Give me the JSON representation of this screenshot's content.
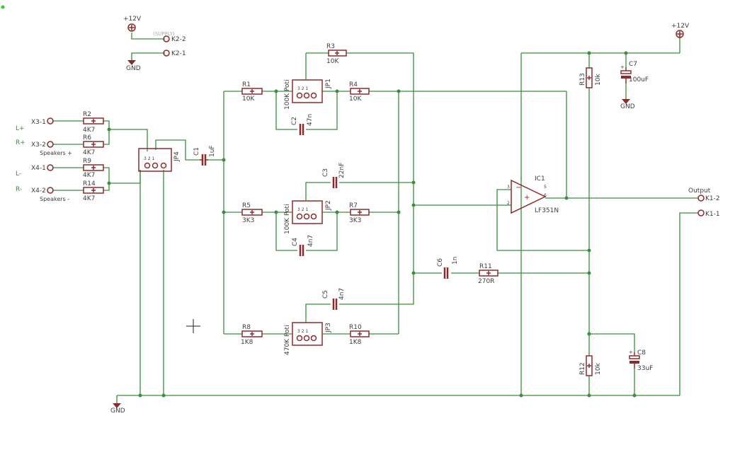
{
  "power": {
    "vcc1": "+12V",
    "vcc2": "+12V",
    "gnd1": "GND",
    "gnd2": "GND",
    "gnd3": "GND"
  },
  "connectors": {
    "k2_2": "K2-2",
    "k2_1": "K2-1",
    "k2_faint": "(SUPPLY)",
    "x3_1": "X3-1",
    "x3_2": "X3-2",
    "x4_1": "X4-1",
    "x4_2": "X4-2",
    "speakers_plus": "Speakers +",
    "speakers_minus": "Speakers -",
    "k1_2": "K1-2",
    "k1_1": "K1-1",
    "output": "Output",
    "in_l_plus": "L+",
    "in_r_plus": "R+",
    "in_l_minus": "L-",
    "in_r_minus": "R-"
  },
  "resistors": {
    "r1": {
      "name": "R1",
      "value": "10K"
    },
    "r2": {
      "name": "R2",
      "value": "4K7"
    },
    "r3": {
      "name": "R3",
      "value": "10K"
    },
    "r4": {
      "name": "R4",
      "value": "10K"
    },
    "r5": {
      "name": "R5",
      "value": "3K3"
    },
    "r6": {
      "name": "R6",
      "value": "4K7"
    },
    "r7": {
      "name": "R7",
      "value": "3K3"
    },
    "r8": {
      "name": "R8",
      "value": "1K8"
    },
    "r9": {
      "name": "R9",
      "value": "4K7"
    },
    "r10": {
      "name": "R10",
      "value": "1K8"
    },
    "r11": {
      "name": "R11",
      "value": "270R"
    },
    "r12": {
      "name": "R12",
      "value": "10k"
    },
    "r13": {
      "name": "R13",
      "value": "10k"
    },
    "r14": {
      "name": "R14",
      "value": "4K7"
    }
  },
  "capacitors": {
    "c1": {
      "name": "C1",
      "value": "1uF"
    },
    "c2": {
      "name": "C2",
      "value": "47n"
    },
    "c3": {
      "name": "C3",
      "value": "22nF"
    },
    "c4": {
      "name": "C4",
      "value": "4n7"
    },
    "c5": {
      "name": "C5",
      "value": "4n7"
    },
    "c6": {
      "name": "C6",
      "value": "1n"
    },
    "c7": {
      "name": "C7",
      "value": "100uF"
    },
    "c8": {
      "name": "C8",
      "value": "33uF"
    }
  },
  "pots": {
    "jp1": {
      "name": "JP1",
      "value": "100K Poti"
    },
    "jp2": {
      "name": "JP2",
      "value": "100K Poti"
    },
    "jp3": {
      "name": "JP3",
      "value": "470K Poti"
    },
    "jp4": {
      "name": "JP4"
    }
  },
  "ic": {
    "name": "IC1",
    "part": "LF351N"
  },
  "colors": {
    "wire": "#3a8f3a",
    "part": "#8b2b2b",
    "text": "#3c3c3c"
  }
}
